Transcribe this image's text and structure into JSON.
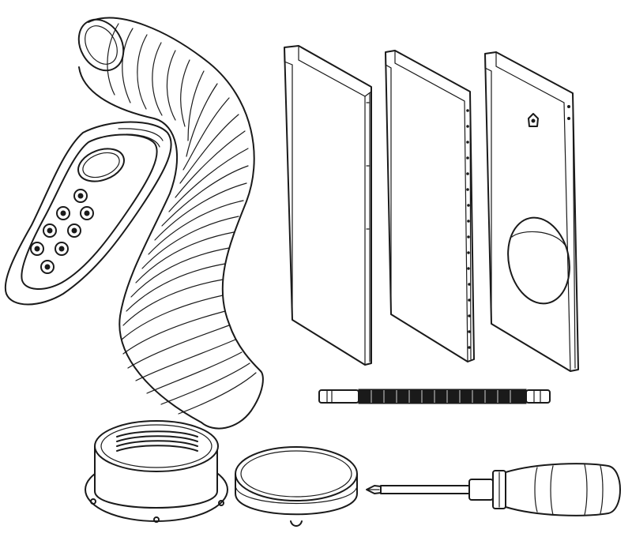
{
  "illustration": {
    "background": "#ffffff",
    "line_color": "#1a1a1a",
    "parts": [
      {
        "name": "exhaust-hose",
        "icon": "flexible-hose-icon"
      },
      {
        "name": "remote-control",
        "icon": "remote-control-icon",
        "buttons": 8
      },
      {
        "name": "window-slider-panel",
        "icon": "window-panel-icon",
        "count": 2
      },
      {
        "name": "window-slider-panel-with-outlet",
        "icon": "window-panel-outlet-icon"
      },
      {
        "name": "lock-bar",
        "icon": "bar-icon"
      },
      {
        "name": "hose-window-adapter",
        "icon": "ring-adapter-icon"
      },
      {
        "name": "hose-unit-adapter",
        "icon": "ring-connector-icon"
      },
      {
        "name": "screwdriver",
        "icon": "screwdriver-icon"
      }
    ]
  }
}
